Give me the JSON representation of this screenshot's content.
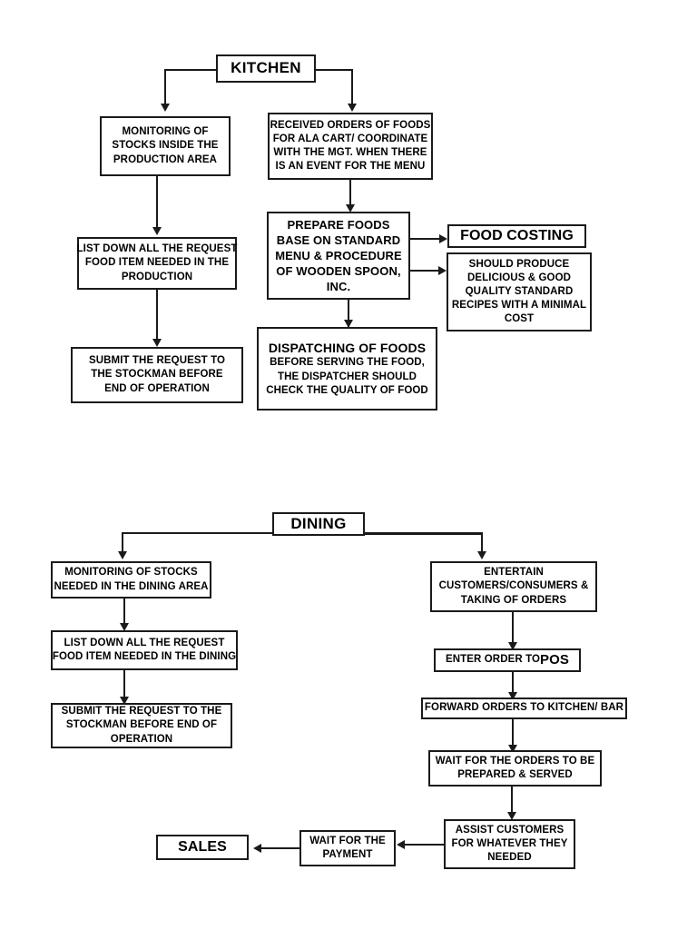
{
  "diagram": {
    "title": "Kitchen and Dining Operations Flowchart",
    "line_color": "#1a1a1a",
    "background": "#ffffff",
    "sections": [
      {
        "id": "kitchen",
        "header": "KITCHEN",
        "nodes": [
          {
            "id": "k-monitoring",
            "lines": [
              "MONITORING OF",
              "STOCKS INSIDE THE",
              "PRODUCTION AREA"
            ]
          },
          {
            "id": "k-received-orders",
            "lines": [
              "RECEIVED ORDERS OF FOODS",
              "FOR ALA CART/ COORDINATE",
              "WITH THE MGT. WHEN THERE",
              "IS AN EVENT FOR THE MENU"
            ]
          },
          {
            "id": "k-list-down",
            "lines": [
              "LIST DOWN ALL THE REQUEST",
              "FOOD ITEM NEEDED IN THE",
              "PRODUCTION"
            ]
          },
          {
            "id": "k-prepare-foods",
            "lines": [
              "PREPARE FOODS",
              "BASE ON STANDARD",
              "MENU & PROCEDURE",
              "OF WOODEN SPOON,",
              "INC."
            ]
          },
          {
            "id": "k-food-costing",
            "lines": [
              "FOOD COSTING"
            ]
          },
          {
            "id": "k-should-produce",
            "lines": [
              "SHOULD PRODUCE",
              "DELICIOUS & GOOD",
              "QUALITY STANDARD",
              "RECIPES WITH A MINIMAL",
              "COST"
            ]
          },
          {
            "id": "k-submit-request",
            "lines": [
              "SUBMIT THE REQUEST TO",
              "THE STOCKMAN BEFORE",
              "END OF OPERATION"
            ]
          },
          {
            "id": "k-dispatching",
            "lines": [
              "DISPATCHING OF FOODS",
              "BEFORE SERVING THE FOOD,",
              "THE DISPATCHER SHOULD",
              "CHECK THE QUALITY OF FOOD"
            ]
          }
        ]
      },
      {
        "id": "dining",
        "header": "DINING",
        "nodes": [
          {
            "id": "d-monitoring",
            "lines": [
              "MONITORING OF STOCKS",
              "NEEDED IN THE DINING AREA"
            ]
          },
          {
            "id": "d-entertain",
            "lines": [
              "ENTERTAIN",
              "CUSTOMERS/CONSUMERS &",
              "TAKING OF ORDERS"
            ]
          },
          {
            "id": "d-list-down",
            "lines": [
              "LIST DOWN ALL THE REQUEST",
              "FOOD ITEM NEEDED IN THE DINING"
            ]
          },
          {
            "id": "d-enter-order",
            "lines": [
              "ENTER ORDER TO ",
              "POS"
            ]
          },
          {
            "id": "d-submit-request",
            "lines": [
              "SUBMIT THE REQUEST TO THE",
              "STOCKMAN BEFORE END OF",
              "OPERATION"
            ]
          },
          {
            "id": "d-forward-orders",
            "lines": [
              "FORWARD ORDERS TO KITCHEN/ BAR"
            ]
          },
          {
            "id": "d-wait-orders",
            "lines": [
              "WAIT FOR THE ORDERS TO BE",
              "PREPARED & SERVED"
            ]
          },
          {
            "id": "d-assist-customers",
            "lines": [
              "ASSIST CUSTOMERS",
              "FOR WHATEVER THEY",
              "NEEDED"
            ]
          },
          {
            "id": "d-wait-payment",
            "lines": [
              "WAIT FOR THE",
              "PAYMENT"
            ]
          },
          {
            "id": "d-sales",
            "lines": [
              "SALES"
            ]
          }
        ]
      }
    ]
  }
}
